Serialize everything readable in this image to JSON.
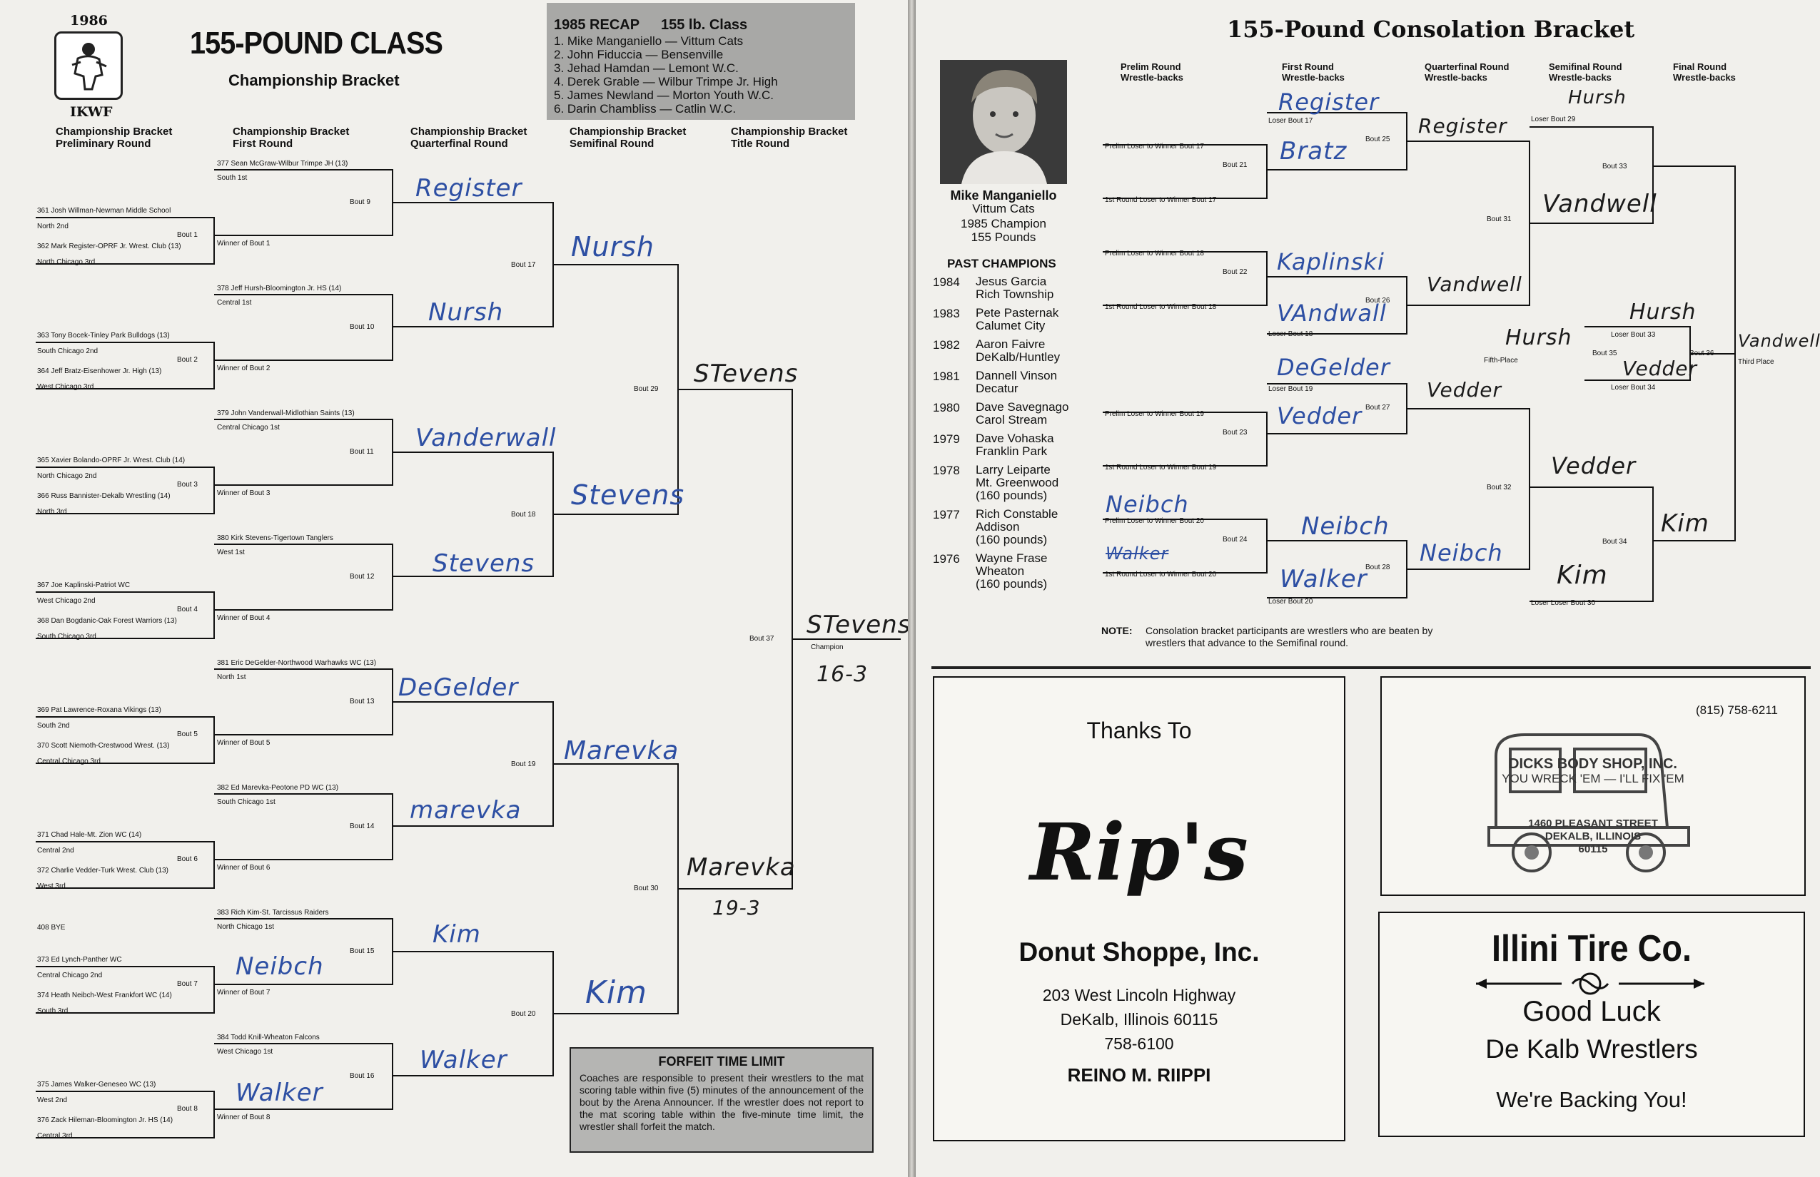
{
  "left": {
    "year": "1986",
    "org": "IKWF",
    "title": "155-POUND CLASS",
    "subtitle": "Championship Bracket",
    "recap": {
      "title": "1985 RECAP",
      "class": "155 lb. Class",
      "lines": [
        "1. Mike Manganiello — Vittum Cats",
        "2. John Fiduccia — Bensenville",
        "3. Jehad Hamdan — Lemont W.C.",
        "4. Derek Grable — Wilbur Trimpe Jr. High",
        "5. James Newland — Morton Youth W.C.",
        "6. Darin Chambliss — Catlin W.C."
      ]
    },
    "columns": [
      [
        "Championship Bracket",
        "Preliminary Round"
      ],
      [
        "Championship Bracket",
        "First Round"
      ],
      [
        "Championship Bracket",
        "Quarterfinal Round"
      ],
      [
        "Championship Bracket",
        "Semifinal Round"
      ],
      [
        "Championship Bracket",
        "Title Round"
      ]
    ],
    "prelims": [
      {
        "top": "361 Josh Willman-Newman Middle School",
        "topsub": "North 2nd",
        "bout": "Bout 1",
        "bot": "362 Mark Register-OPRF Jr. Wrest. Club (13)",
        "botsub": "North Chicago 3rd",
        "winner": "Winner of Bout 1"
      },
      {
        "top": "363 Tony Bocek-Tinley Park Bulldogs (13)",
        "topsub": "South Chicago 2nd",
        "bout": "Bout 2",
        "bot": "364 Jeff Bratz-Eisenhower Jr. High (13)",
        "botsub": "West Chicago 3rd",
        "winner": "Winner of Bout 2"
      },
      {
        "top": "365 Xavier Bolando-OPRF Jr. Wrest. Club (14)",
        "topsub": "North Chicago 2nd",
        "bout": "Bout 3",
        "bot": "366 Russ Bannister-Dekalb Wrestling (14)",
        "botsub": "North 3rd",
        "winner": "Winner of Bout 3"
      },
      {
        "top": "367 Joe Kaplinski-Patriot WC",
        "topsub": "West Chicago 2nd",
        "bout": "Bout 4",
        "bot": "368 Dan Bogdanic-Oak Forest Warriors (13)",
        "botsub": "South Chicago 3rd",
        "winner": "Winner of Bout 4"
      },
      {
        "top": "369 Pat Lawrence-Roxana Vikings (13)",
        "topsub": "South 2nd",
        "bout": "Bout 5",
        "bot": "370 Scott Niemoth-Crestwood Wrest. (13)",
        "botsub": "Central Chicago 3rd",
        "winner": "Winner of Bout 5"
      },
      {
        "top": "371 Chad Hale-Mt. Zion WC (14)",
        "topsub": "Central 2nd",
        "bout": "Bout 6",
        "bot": "372 Charlie Vedder-Turk Wrest. Club (13)",
        "botsub": "West 3rd",
        "winner": "Winner of Bout 6"
      },
      {
        "top": "408 BYE",
        "topsub": "",
        "bout": "",
        "bot": "",
        "botsub": "",
        "winner": ""
      },
      {
        "top": "373 Ed Lynch-Panther WC",
        "topsub": "Central Chicago 2nd",
        "bout": "Bout 7",
        "bot": "374 Heath Neibch-West Frankfort WC (14)",
        "botsub": "South 3rd",
        "winner": "Winner of Bout 7"
      },
      {
        "top": "375 James Walker-Geneseo WC (13)",
        "topsub": "West 2nd",
        "bout": "Bout 8",
        "bot": "376 Zack Hileman-Bloomington Jr. HS (14)",
        "botsub": "Central 3rd",
        "winner": "Winner of Bout 8"
      }
    ],
    "seeds": [
      {
        "name": "377 Sean McGraw-Wilbur Trimpe JH (13)",
        "sub": "South 1st",
        "bout": "Bout 9",
        "hw": "Register"
      },
      {
        "name": "378 Jeff Hursh-Bloomington Jr. HS (14)",
        "sub": "Central 1st",
        "bout": "Bout 10",
        "hw": "Nursh"
      },
      {
        "name": "379 John Vanderwall-Midlothian Saints (13)",
        "sub": "Central Chicago 1st",
        "bout": "Bout 11",
        "hw": "Vanderwall"
      },
      {
        "name": "380 Kirk Stevens-Tigertown Tanglers",
        "sub": "West 1st",
        "bout": "Bout 12",
        "hw": "Stevens"
      },
      {
        "name": "381 Eric DeGelder-Northwood Warhawks WC (13)",
        "sub": "North 1st",
        "bout": "Bout 13",
        "hw": "DeGelder"
      },
      {
        "name": "382 Ed Marevka-Peotone PD WC (13)",
        "sub": "South Chicago 1st",
        "bout": "Bout 14",
        "hw": "marevka"
      },
      {
        "name": "383 Rich Kim-St. Tarcissus Raiders",
        "sub": "North Chicago 1st",
        "bout": "Bout 15",
        "hw": "Kim"
      },
      {
        "name": "384 Todd Knill-Wheaton Falcons",
        "sub": "West Chicago 1st",
        "bout": "Bout 16",
        "hw": "Walker"
      }
    ],
    "first_round_hw": [
      "Neibch"
    ],
    "quarters": [
      {
        "bout": "Bout 17",
        "hw": "Nursh"
      },
      {
        "bout": "Bout 18",
        "hw": "Stevens"
      },
      {
        "bout": "Bout 19",
        "hw": "Marevka"
      },
      {
        "bout": "Bout 20",
        "hw": "Kim"
      }
    ],
    "semis": [
      {
        "bout": "Bout 29",
        "hw": "STevens"
      },
      {
        "bout": "Bout 30",
        "hw": "Marevka",
        "score": "19-3"
      }
    ],
    "final": {
      "bout": "Bout 37",
      "hw": "STevens",
      "label": "Champion",
      "score": "16-3"
    },
    "forfeit": {
      "title": "FORFEIT TIME LIMIT",
      "text": "Coaches are responsible to present their wrestlers to the mat scoring table within five (5) minutes of the announcement of the bout by the Arena Announcer. If the wrestler does not report to the mat scoring table within the five-minute time limit, the wrestler shall forfeit the match."
    }
  },
  "right": {
    "title": "155-Pound Consolation Bracket",
    "columns": [
      [
        "Prelim Round",
        "Wrestle-backs"
      ],
      [
        "First Round",
        "Wrestle-backs"
      ],
      [
        "Quarterfinal Round",
        "Wrestle-backs"
      ],
      [
        "Semifinal Round",
        "Wrestle-backs"
      ],
      [
        "Final Round",
        "Wrestle-backs"
      ]
    ],
    "champion": {
      "name": "Mike Manganiello",
      "team": "Vittum Cats",
      "year": "1985 Champion",
      "weight": "155 Pounds"
    },
    "past_title": "PAST CHAMPIONS",
    "past": [
      {
        "year": "1984",
        "lines": [
          "Jesus Garcia",
          "Rich Township"
        ]
      },
      {
        "year": "1983",
        "lines": [
          "Pete Pasternak",
          "Calumet City"
        ]
      },
      {
        "year": "1982",
        "lines": [
          "Aaron Faivre",
          "DeKalb/Huntley"
        ]
      },
      {
        "year": "1981",
        "lines": [
          "Dannell Vinson",
          "Decatur"
        ]
      },
      {
        "year": "1980",
        "lines": [
          "Dave Savegnago",
          "Carol Stream"
        ]
      },
      {
        "year": "1979",
        "lines": [
          "Dave Vohaska",
          "Franklin Park"
        ]
      },
      {
        "year": "1978",
        "lines": [
          "Larry Leiparte",
          "Mt. Greenwood",
          "(160 pounds)"
        ]
      },
      {
        "year": "1977",
        "lines": [
          "Rich Constable",
          "Addison",
          "(160 pounds)"
        ]
      },
      {
        "year": "1976",
        "lines": [
          "Wayne Frase",
          "Wheaton",
          "(160 pounds)"
        ]
      }
    ],
    "cons": {
      "pl17": "Prelim Loser to Winner Bout 17",
      "b21": "Bout 21",
      "r17": "1st Round Loser to Winner Bout 17",
      "lb17": "Loser Bout 17",
      "b25": "Bout 25",
      "pl18": "Prelim Loser to Winner Bout 18",
      "b22": "Bout 22",
      "r18": "1st Round Loser to Winner Bout 18",
      "lb18": "Loser Bout 18",
      "b26": "Bout 26",
      "pl19": "Prelim Loser to Winner Bout 19",
      "b23": "Bout 23",
      "r19": "1st Round Loser to Winner Bout 19",
      "lb19": "Loser Bout 19",
      "b27": "Bout 27",
      "pl20": "Prelim Loser to Winner Bout 20",
      "b24": "Bout 24",
      "r20": "1st Round Loser to Winner Bout 20",
      "lb20": "Loser Bout 20",
      "b28": "Bout 28",
      "b31": "Bout 31",
      "b32": "Bout 32",
      "lb29": "Loser Bout 29",
      "b33": "Bout 33",
      "llb30": "Loser Loser Bout 30",
      "b34": "Bout 34",
      "lb33": "Loser Bout 33",
      "b35": "Bout 35",
      "lb34": "Loser Bout 34",
      "fifth": "Fifth-Place",
      "b36": "Bout 36",
      "third": "Third Place"
    },
    "hw": {
      "register": "Register",
      "bratz": "Bratz",
      "register2": "Register",
      "kaplinski": "Kaplinski",
      "vandwall": "VAndwall",
      "vandwell": "Vandwell",
      "degelder": "DeGelder",
      "vedder": "Vedder",
      "vedder2": "Vedder",
      "neibch": "Neibch",
      "walker": "Walker",
      "neibch2": "Neibch",
      "walker2": "Walker",
      "neibch3": "Neibch",
      "hursh": "Hursh",
      "vandwell2": "Vandwell",
      "vedder3": "Vedder",
      "kim": "Kim",
      "kim2": "Kim",
      "hursh2": "Hursh",
      "hursh3": "Hursh",
      "vedder4": "Vedder",
      "vandwell3": "Vandwell"
    },
    "note_label": "NOTE:",
    "note": "Consolation bracket participants are wrestlers who are beaten by wrestlers that advance to the Semifinal round.",
    "ad_rips": {
      "thanks": "Thanks To",
      "logo": "Rip's",
      "name": "Donut Shoppe, Inc.",
      "addr1": "203 West Lincoln Highway",
      "addr2": "DeKalb, Illinois 60115",
      "phone": "758-6100",
      "owner": "REINO M. RIIPPI"
    },
    "ad_dicks": {
      "phone": "(815) 758-6211",
      "name": "DICKS BODY SHOP, INC.",
      "slogan": "YOU WRECK 'EM — I'LL FIX 'EM",
      "addr1": "1460 PLEASANT STREET",
      "addr2": "DEKALB, ILLINOIS",
      "zip": "60115"
    },
    "ad_illini": {
      "name": "Illini Tire Co.",
      "l1": "Good Luck",
      "l2": "De Kalb Wrestlers",
      "l3": "We're Backing You!"
    }
  }
}
